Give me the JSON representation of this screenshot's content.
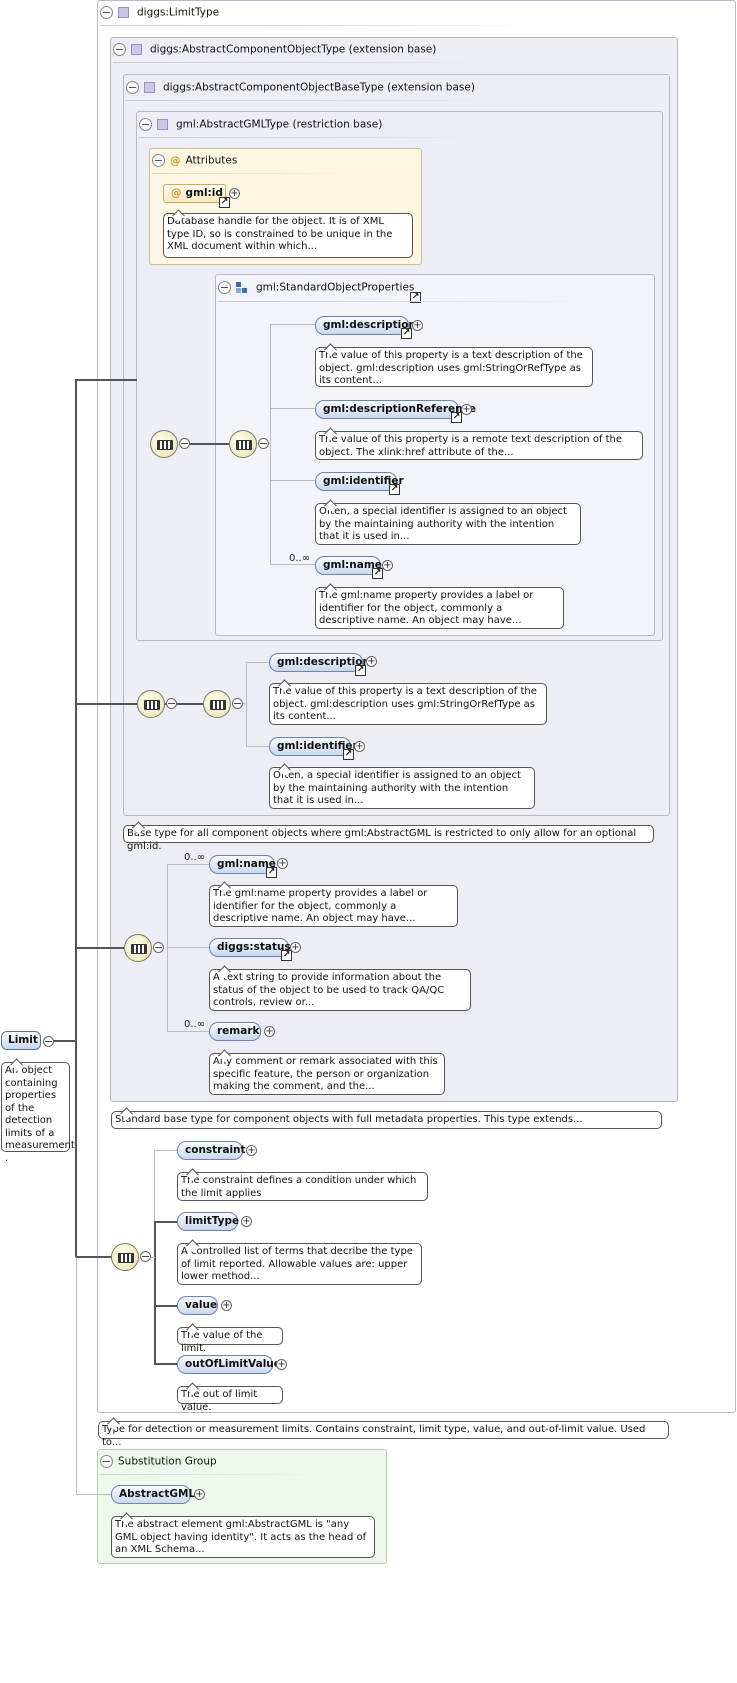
{
  "root": {
    "label": "Limit",
    "doc": "An object containing properties of the detection limits of a measurement ."
  },
  "types": {
    "limit_type": "diggs:LimitType",
    "component_object": "diggs:AbstractComponentObjectType (extension base)",
    "component_object_base": "diggs:AbstractComponentObjectBaseType (extension base)",
    "gml_type": "gml:AbstractGMLType (restriction base)"
  },
  "attributes": {
    "title": "Attributes",
    "gml_id": "gml:id",
    "gml_id_doc": "Database handle for the object. It is of XML type ID, so is constrained to be unique in the XML document within which..."
  },
  "group": {
    "title": "gml:StandardObjectProperties"
  },
  "occurrence": {
    "unbounded": "0..∞"
  },
  "gml_props": [
    {
      "label": "gml:description",
      "doc": "The value of this property is a text description of the object. gml:description uses gml:StringOrRefType as its content..."
    },
    {
      "label": "gml:descriptionReference",
      "doc": "The value of this property is a remote text description of the object. The xlink:href attribute of the..."
    },
    {
      "label": "gml:identifier",
      "doc": "Often, a special identifier is assigned to an object by the maintaining authority with the intention that it is used in..."
    },
    {
      "label": "gml:name",
      "doc": "The gml:name property provides a label or identifier for the object, commonly a descriptive name. An object may have..."
    }
  ],
  "base_seq": [
    {
      "label": "gml:description",
      "doc": "The value of this property is a text description of the object. gml:description uses gml:StringOrRefType as its content..."
    },
    {
      "label": "gml:identifier",
      "doc": "Often, a special identifier is assigned to an object by the maintaining authority with the intention that it is used in..."
    }
  ],
  "base_type_doc": "Base type for all component objects where gml:AbstractGML is restricted to only allow for an optional gml:id.",
  "comp_seq": [
    {
      "label": "gml:name",
      "doc": "The gml:name property provides a label or identifier for the object, commonly a descriptive name. An object may have..."
    },
    {
      "label": "diggs:status",
      "doc": "A text string to provide information about the status of the object to be used to track QA/QC controls, review or..."
    },
    {
      "label": "remark",
      "doc": "Any comment or remark associated with this specific feature, the person or organization making the comment, and the..."
    }
  ],
  "component_type_doc": "Standard base type for component objects with full metadata properties. This type extends...",
  "limit_seq": [
    {
      "label": "constraint",
      "doc": "The constraint defines a condition under which the limit applies"
    },
    {
      "label": "limitType",
      "doc": "A controlled list of terms that decribe the type of limit reported. Allowable values are: upper lower method..."
    },
    {
      "label": "value",
      "doc": "The value of the limit."
    },
    {
      "label": "outOfLimitValue",
      "doc": "The out of limit value."
    }
  ],
  "limit_type_doc": "Type for detection or measurement limits. Contains constraint, limit type, value, and out-of-limit value. Used to...",
  "substitution": {
    "title": "Substitution Group",
    "label": "AbstractGML",
    "doc": "The abstract element gml:AbstractGML is \"any GML object having identity\". It acts as the head of an XML Schema..."
  }
}
